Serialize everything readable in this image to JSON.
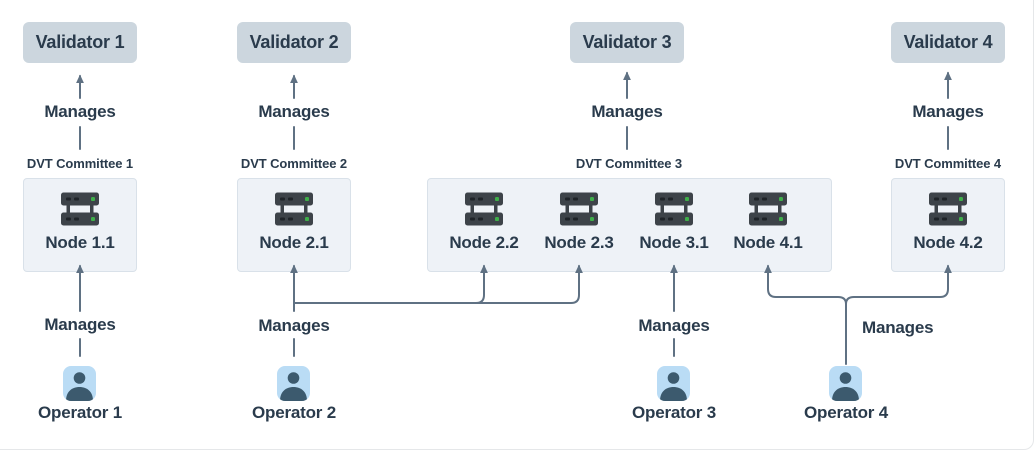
{
  "diagram": {
    "validators": [
      {
        "label": "Validator 1"
      },
      {
        "label": "Validator 2"
      },
      {
        "label": "Validator 3"
      },
      {
        "label": "Validator 4"
      }
    ],
    "committees": [
      {
        "label": "DVT Committee 1",
        "nodes": [
          {
            "label": "Node 1.1"
          }
        ]
      },
      {
        "label": "DVT Committee 2",
        "nodes": [
          {
            "label": "Node 2.1"
          }
        ]
      },
      {
        "label": "DVT Committee 3",
        "nodes": [
          {
            "label": "Node 2.2"
          },
          {
            "label": "Node 2.3"
          },
          {
            "label": "Node 3.1"
          },
          {
            "label": "Node 4.1"
          }
        ]
      },
      {
        "label": "DVT Committee 4",
        "nodes": [
          {
            "label": "Node 4.2"
          }
        ]
      }
    ],
    "operators": [
      {
        "label": "Operator 1"
      },
      {
        "label": "Operator 2"
      },
      {
        "label": "Operator 3"
      },
      {
        "label": "Operator 4"
      }
    ],
    "edge_label": "Manages",
    "colors": {
      "validator_box": "#ccd6de",
      "committee_box_fill": "#eef2f7",
      "committee_box_border": "#d9e1e9",
      "connector": "#5f7183",
      "text": "#2a3b4c",
      "operator_icon_bg": "#badcf5",
      "operator_icon_person": "#3c5a6e",
      "server_body": "#3d4349",
      "server_detail": "#1e2328",
      "server_led": "#3fae4a"
    }
  }
}
